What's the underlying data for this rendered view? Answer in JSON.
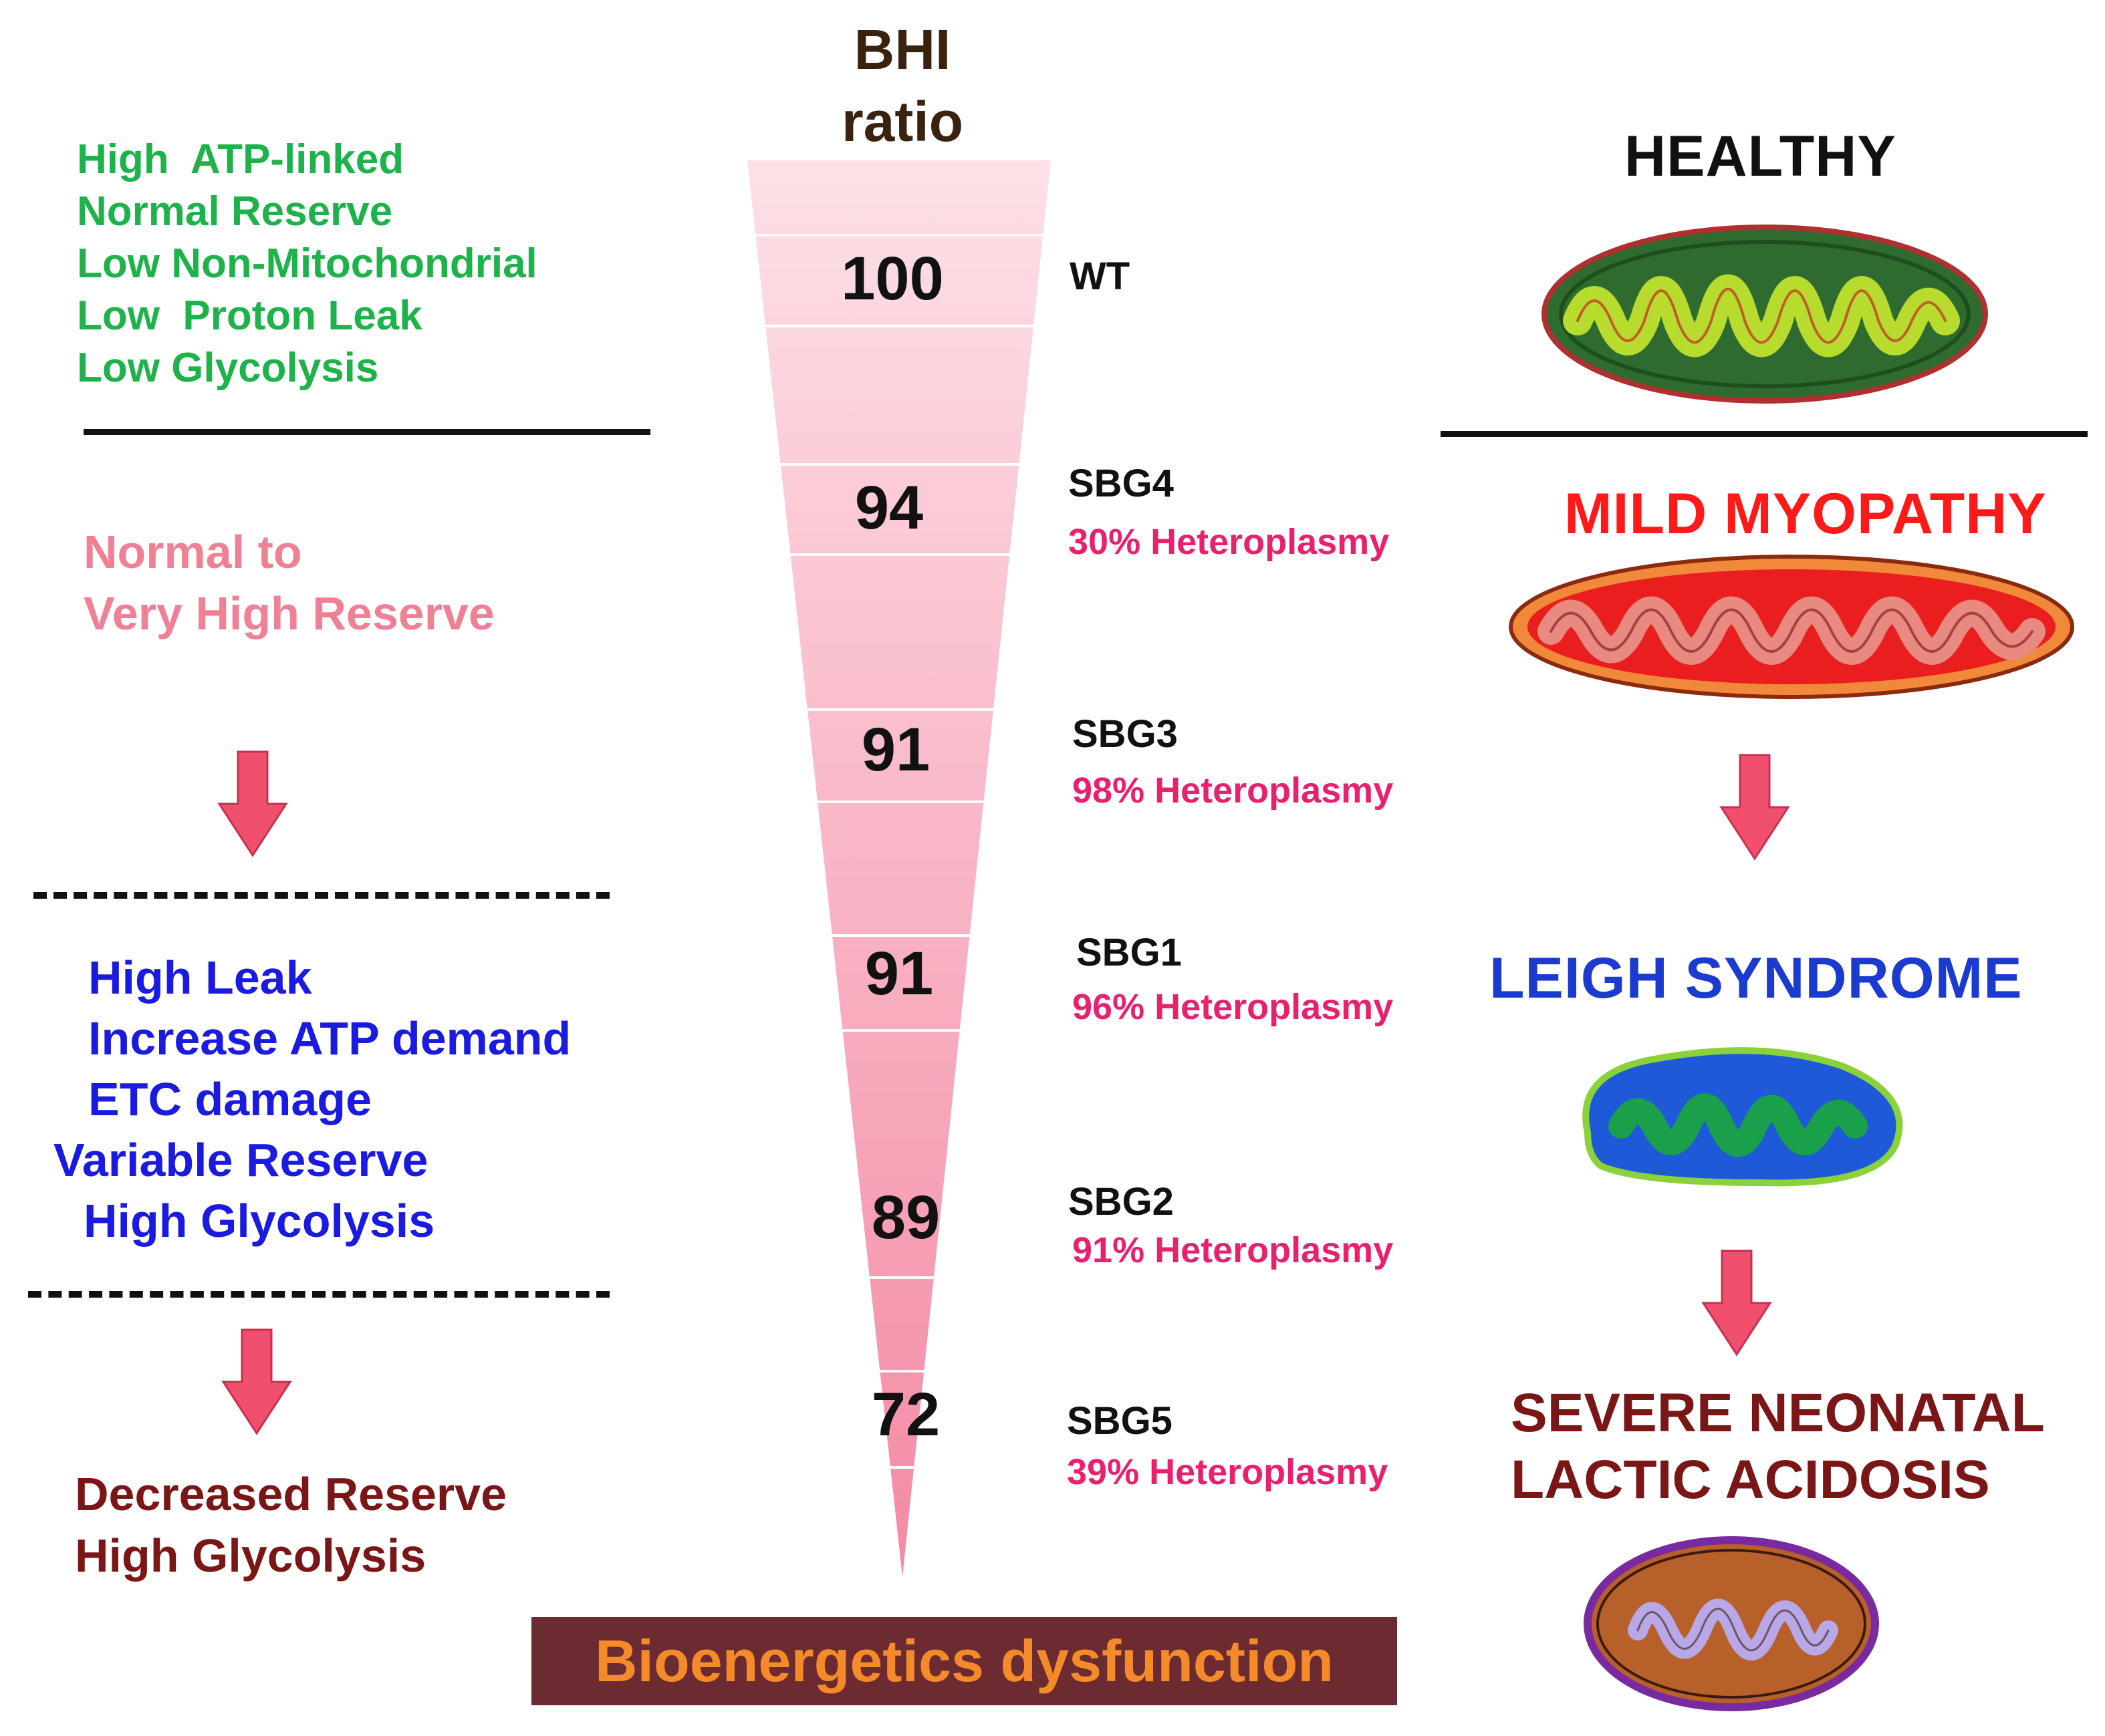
{
  "header": {
    "title_line1": "BHI",
    "title_line2": "ratio"
  },
  "left": {
    "healthy_traits": [
      "High  ATP-linked",
      "Normal Reserve",
      "Low Non-Mitochondrial",
      "Low  Proton Leak",
      "Low Glycolysis"
    ],
    "reserve_traits": [
      "Normal to",
      "Very High Reserve"
    ],
    "leigh_traits": [
      "High Leak",
      "Increase ATP demand",
      "ETC damage",
      "Variable Reserve",
      "High Glycolysis"
    ],
    "severe_traits": [
      "Decreased Reserve",
      "High Glycolysis"
    ]
  },
  "cone": {
    "levels": [
      {
        "bhi": "100",
        "group": "WT",
        "heteroplasmy": ""
      },
      {
        "bhi": "94",
        "group": "SBG4",
        "heteroplasmy": "30% Heteroplasmy"
      },
      {
        "bhi": "91",
        "group": "SBG3",
        "heteroplasmy": "98% Heteroplasmy"
      },
      {
        "bhi": "91",
        "group": "SBG1",
        "heteroplasmy": "96% Heteroplasmy"
      },
      {
        "bhi": "89",
        "group": "SBG2",
        "heteroplasmy": "91% Heteroplasmy"
      },
      {
        "bhi": "72",
        "group": "SBG5",
        "heteroplasmy": "39% Heteroplasmy"
      }
    ]
  },
  "right": {
    "healthy": "HEALTHY",
    "mild": "MILD MYOPATHY",
    "leigh": "LEIGH SYNDROME",
    "severe_line1": "SEVERE NEONATAL",
    "severe_line2": "LACTIC ACIDOSIS"
  },
  "footer": {
    "banner": "Bioenergetics dysfunction"
  },
  "colors": {
    "green": "#1db34a",
    "pink": "#f08094",
    "blue": "#1a1ae0",
    "maroon": "#7a1616",
    "red": "#ff1a1a",
    "heteroplasmy": "#e8206e",
    "banner_bg": "#6b2b30",
    "banner_text": "#f58a2a",
    "arrow": "#f0506e"
  },
  "icons": [
    "down-arrow-icon",
    "mitochondrion-healthy-icon",
    "mitochondrion-myopathy-icon",
    "mitochondrion-leigh-icon",
    "mitochondrion-severe-icon"
  ]
}
